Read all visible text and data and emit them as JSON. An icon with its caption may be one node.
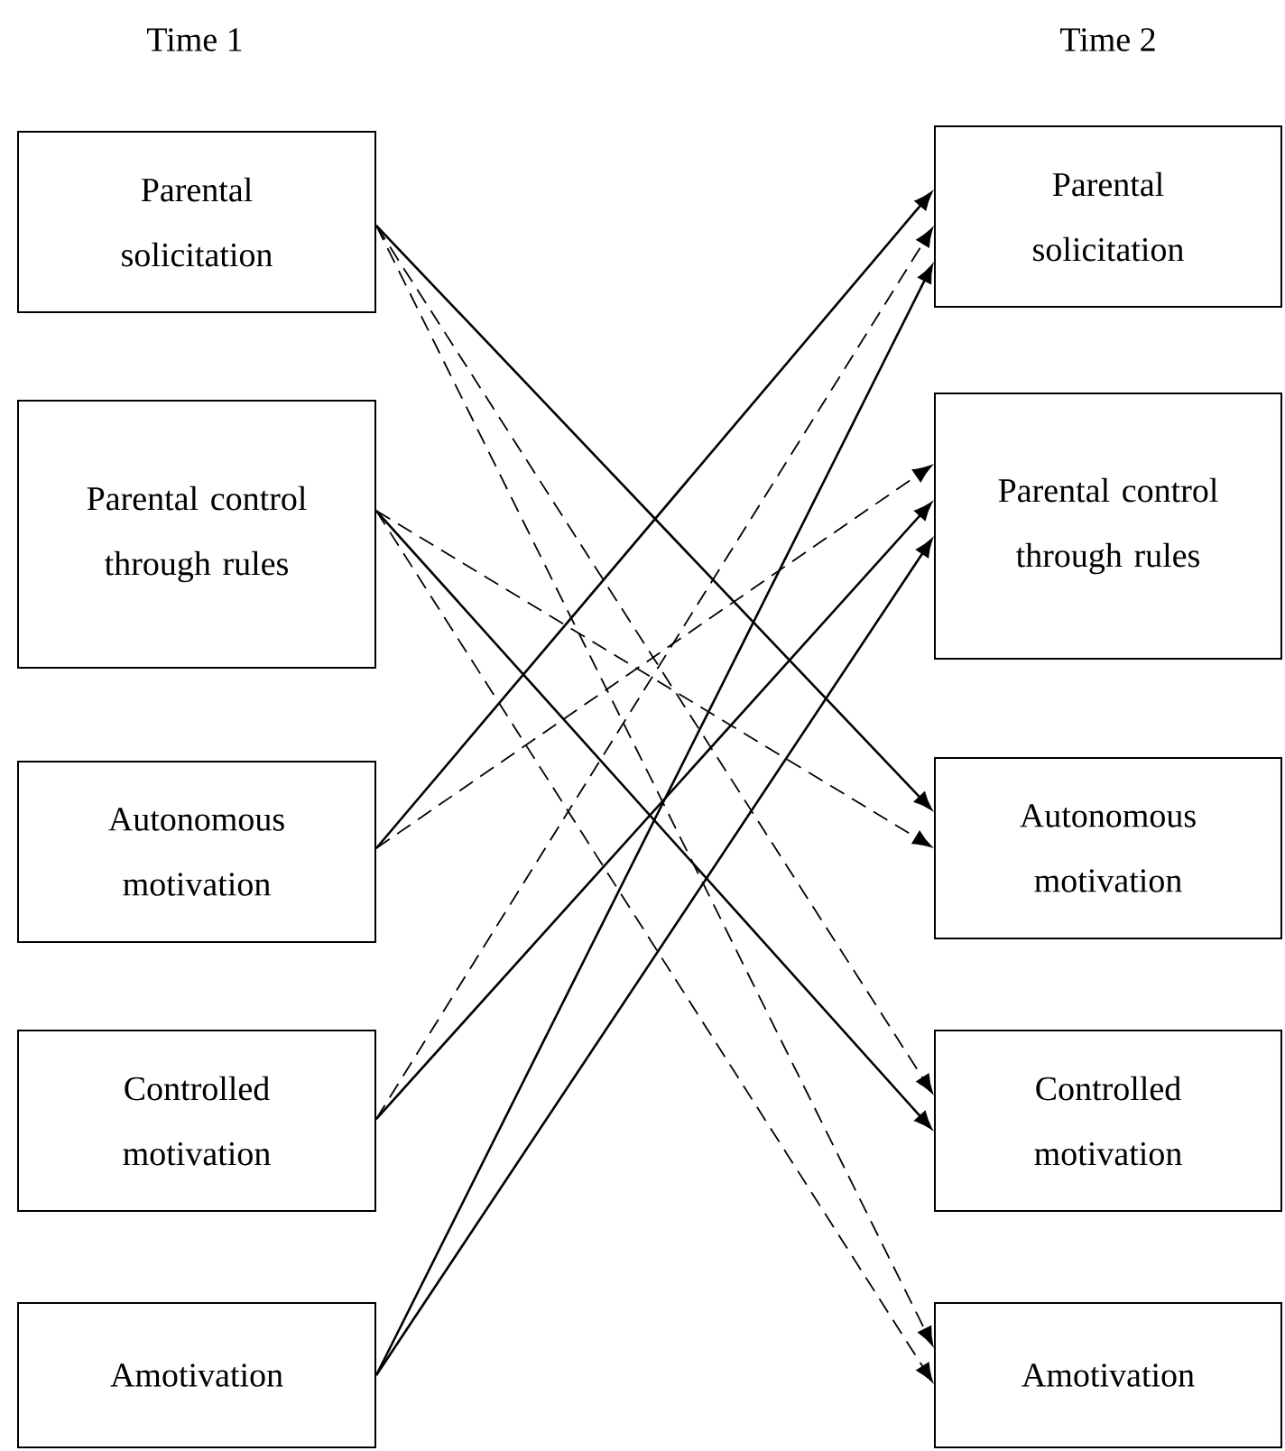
{
  "diagram": {
    "nodes": [
      {
        "text": [
          "Parental solicitation"
        ]
      },
      {
        "text": [
          "Parental control through rules"
        ]
      },
      {
        "text": [
          "Autonomous motivation"
        ]
      },
      {
        "text": [
          "Controlled motivation"
        ]
      },
      {
        "text": [
          "Amotivation"
        ]
      },
      {
        "text": [
          "Parental solicitation"
        ]
      },
      {
        "text": [
          "Parental control through rules"
        ]
      },
      {
        "text": [
          "Autonomous motivation"
        ]
      },
      {
        "text": [
          "Controlled motivation"
        ]
      },
      {
        "text": [
          "Amotivation"
        ]
      }
    ],
    "edges": [
      {
        "from": 0,
        "to": 7,
        "arrow": "to"
      },
      {
        "from": 0,
        "to": 8,
        "arrow": "to",
        "style": "dashed"
      },
      {
        "from": 0,
        "to": 9,
        "arrow": "to",
        "style": "dashed"
      },
      {
        "from": 1,
        "to": 7,
        "arrow": "to",
        "style": "dashed"
      },
      {
        "from": 1,
        "to": 8,
        "arrow": "to"
      },
      {
        "from": 1,
        "to": 9,
        "arrow": "to",
        "style": "dashed"
      },
      {
        "from": 2,
        "to": 5,
        "arrow": "to"
      },
      {
        "from": 2,
        "to": 6,
        "arrow": "to",
        "style": "dashed"
      },
      {
        "from": 3,
        "to": 5,
        "arrow": "to",
        "style": "dashed"
      },
      {
        "from": 3,
        "to": 6,
        "arrow": "to"
      },
      {
        "from": 4,
        "to": 5,
        "arrow": "to"
      },
      {
        "from": 4,
        "to": 6,
        "arrow": "to"
      }
    ],
    "labels": [
      "Time 1",
      "Time 2"
    ]
  }
}
